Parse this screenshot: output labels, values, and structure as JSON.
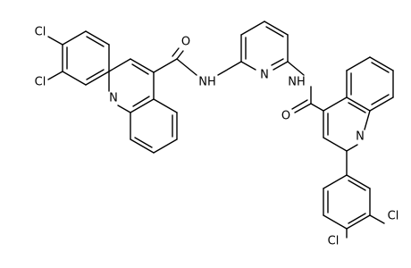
{
  "molecule": {
    "labels": {
      "chlorine": "Cl",
      "nitrogen": "N",
      "oxygen": "O",
      "amide_nh": "NH"
    }
  },
  "colors": {
    "bond": "#000000",
    "background": "#ffffff"
  }
}
